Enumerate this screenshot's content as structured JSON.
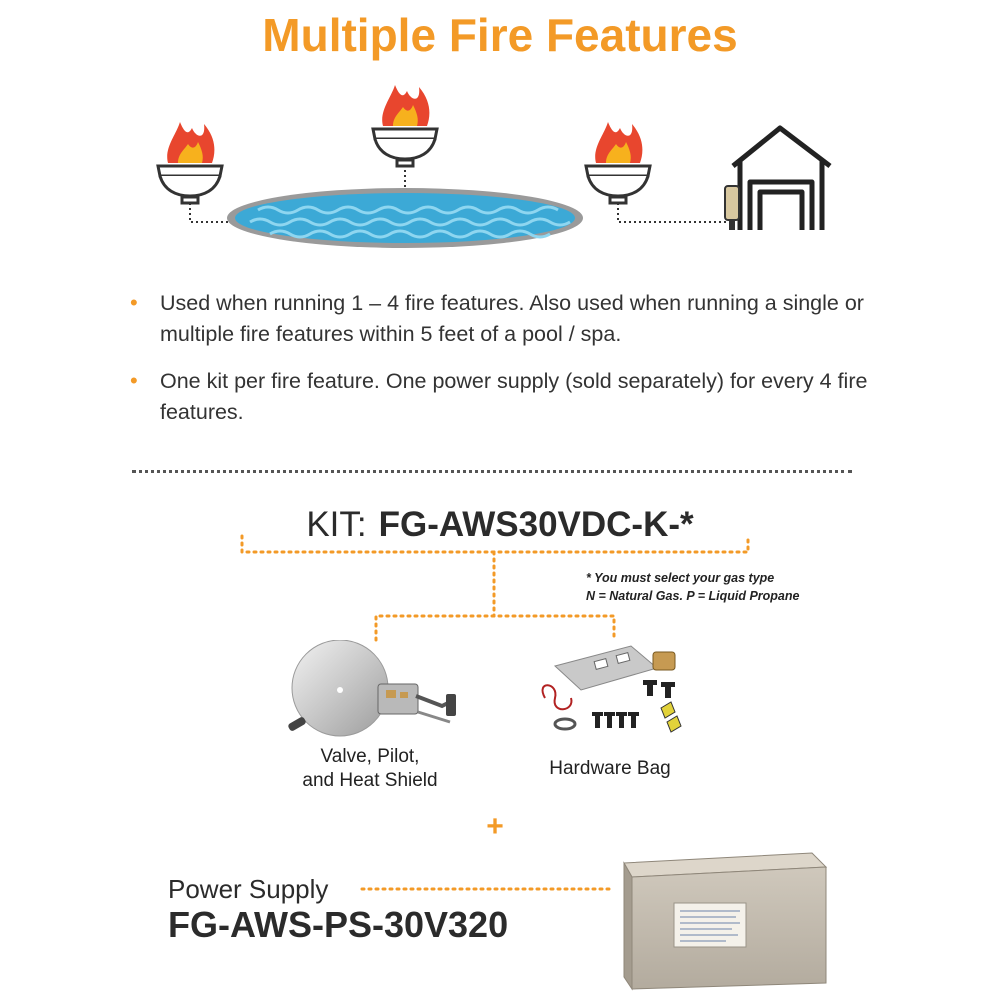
{
  "title": "Multiple Fire Features",
  "icons": [
    "fire-bowl-icon",
    "fire-bowl-icon",
    "fire-bowl-icon",
    "pool-icon",
    "house-icon",
    "power-supply-icon"
  ],
  "colors": {
    "accent": "#F39A27",
    "text": "#2b2b2b",
    "pool": "#3CA9D6",
    "flame_red": "#E8462E",
    "flame_yellow": "#F7B11D"
  },
  "bullets": [
    "Used when running 1 – 4 fire features. Also used when running a single or multiple fire features within 5 feet of a pool / spa.",
    "One kit per fire feature. One power supply (sold separately) for every 4 fire features."
  ],
  "kit": {
    "label": "KIT:",
    "model": "FG-AWS30VDC-K-*"
  },
  "note": {
    "line1": "* You must select your gas type",
    "line2": "N = Natural Gas. P = Liquid Propane"
  },
  "components": [
    {
      "line1": "Valve, Pilot,",
      "line2": "and Heat Shield"
    },
    {
      "line1": "Hardware Bag"
    }
  ],
  "plus": "+",
  "power_supply": {
    "label": "Power Supply",
    "model": "FG-AWS-PS-30V320"
  }
}
